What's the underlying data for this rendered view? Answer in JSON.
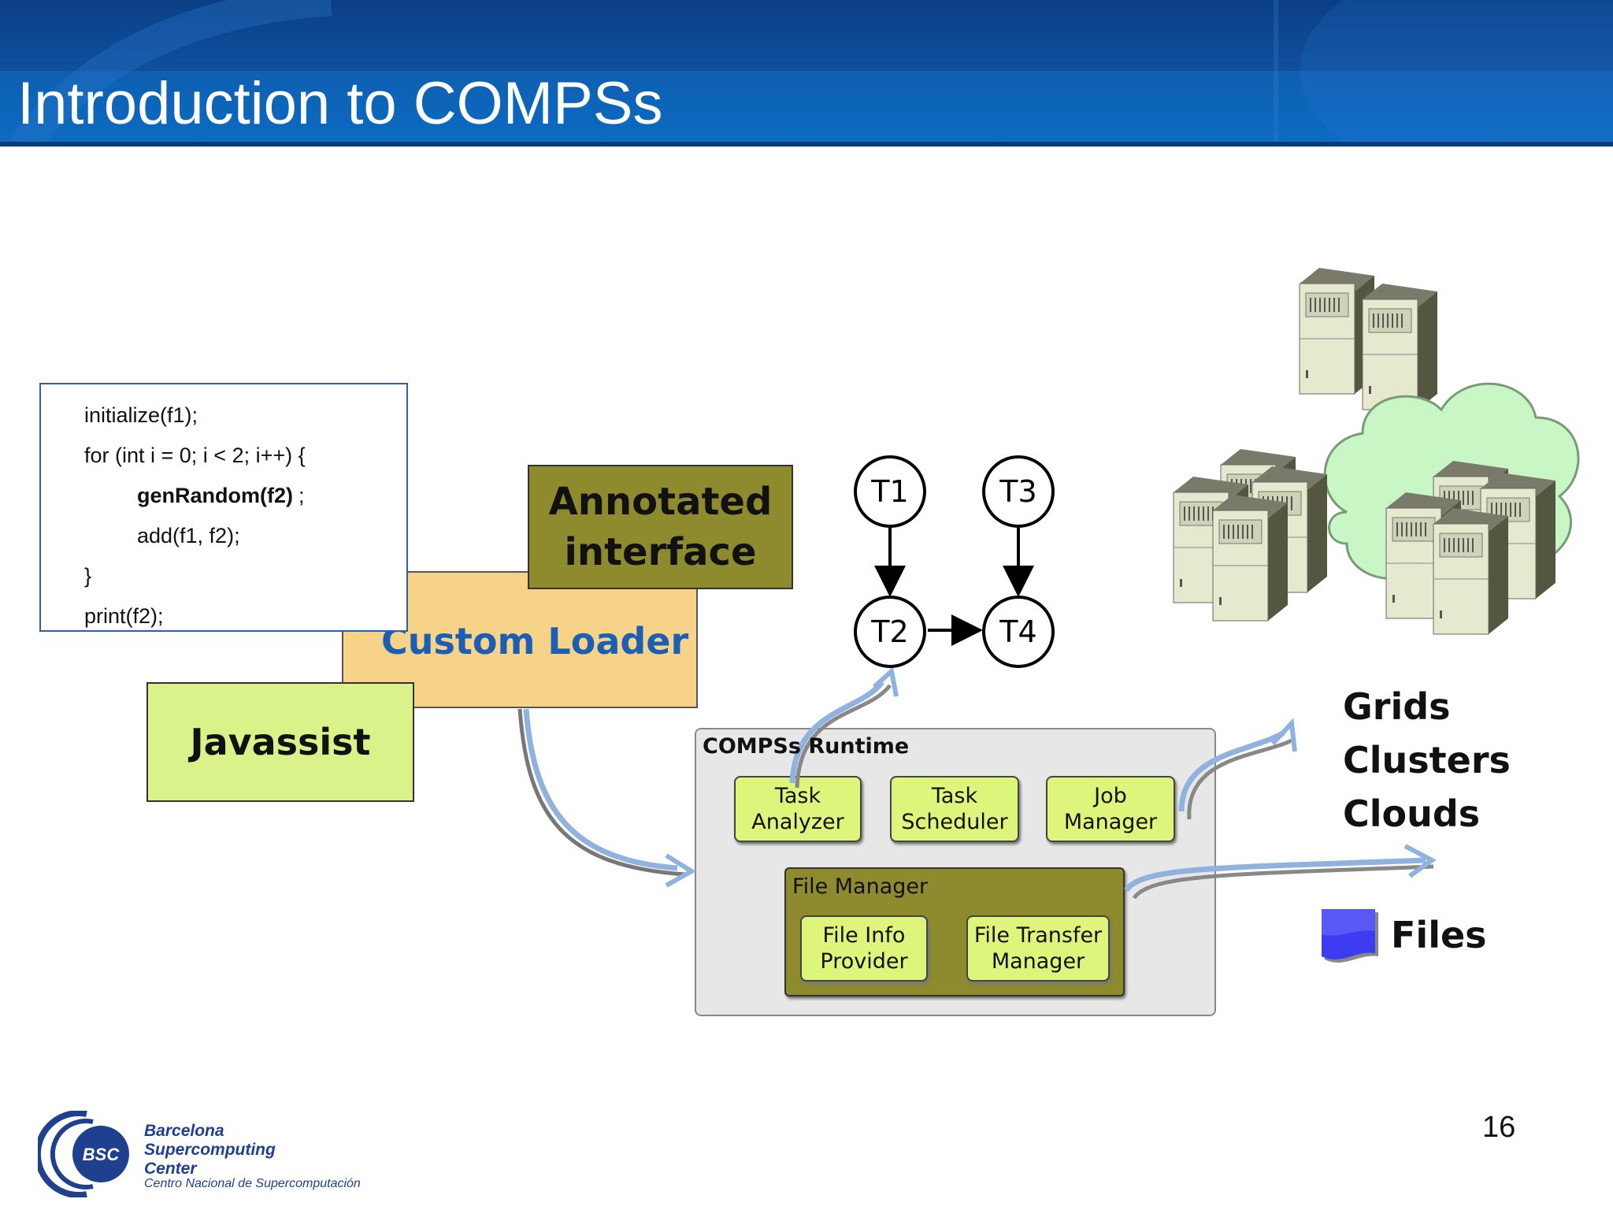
{
  "slide": {
    "title": "Introduction to COMPSs",
    "page_number": "16"
  },
  "code": {
    "lines": [
      "initialize(f1);",
      "for (int i = 0; i < 2; i++) {",
      "genRandom(f2)",
      ";",
      "add(f1, f2);",
      "}",
      "print(f2);"
    ]
  },
  "boxes": {
    "annotated_line1": "Annotated",
    "annotated_line2": "interface",
    "custom_loader": "Custom Loader",
    "javassist": "Javassist"
  },
  "task_graph": {
    "nodes": [
      "T1",
      "T3",
      "T2",
      "T4"
    ]
  },
  "runtime": {
    "title": "COMPSs Runtime",
    "components": [
      {
        "line1": "Task",
        "line2": "Analyzer"
      },
      {
        "line1": "Task",
        "line2": "Scheduler"
      },
      {
        "line1": "Job",
        "line2": "Manager"
      }
    ],
    "file_manager": {
      "title": "File Manager",
      "components": [
        {
          "line1": "File Info",
          "line2": "Provider"
        },
        {
          "line1": "File Transfer",
          "line2": "Manager"
        }
      ]
    }
  },
  "resources": {
    "labels": [
      "Grids",
      "Clusters",
      "Clouds"
    ],
    "files": "Files"
  },
  "logo": {
    "initials": "BSC",
    "line1": "Barcelona",
    "line2": "Supercomputing",
    "line3": "Center",
    "subtitle": "Centro Nacional de Supercomputación"
  },
  "colors": {
    "header": "#0b4f9c",
    "annotated": "#8d8b2e",
    "loader": "#f7d38a",
    "javassist": "#d9f38a",
    "component": "#ddf57a",
    "arrow": "#8fb2de",
    "cloud": "#c8f7c5"
  }
}
